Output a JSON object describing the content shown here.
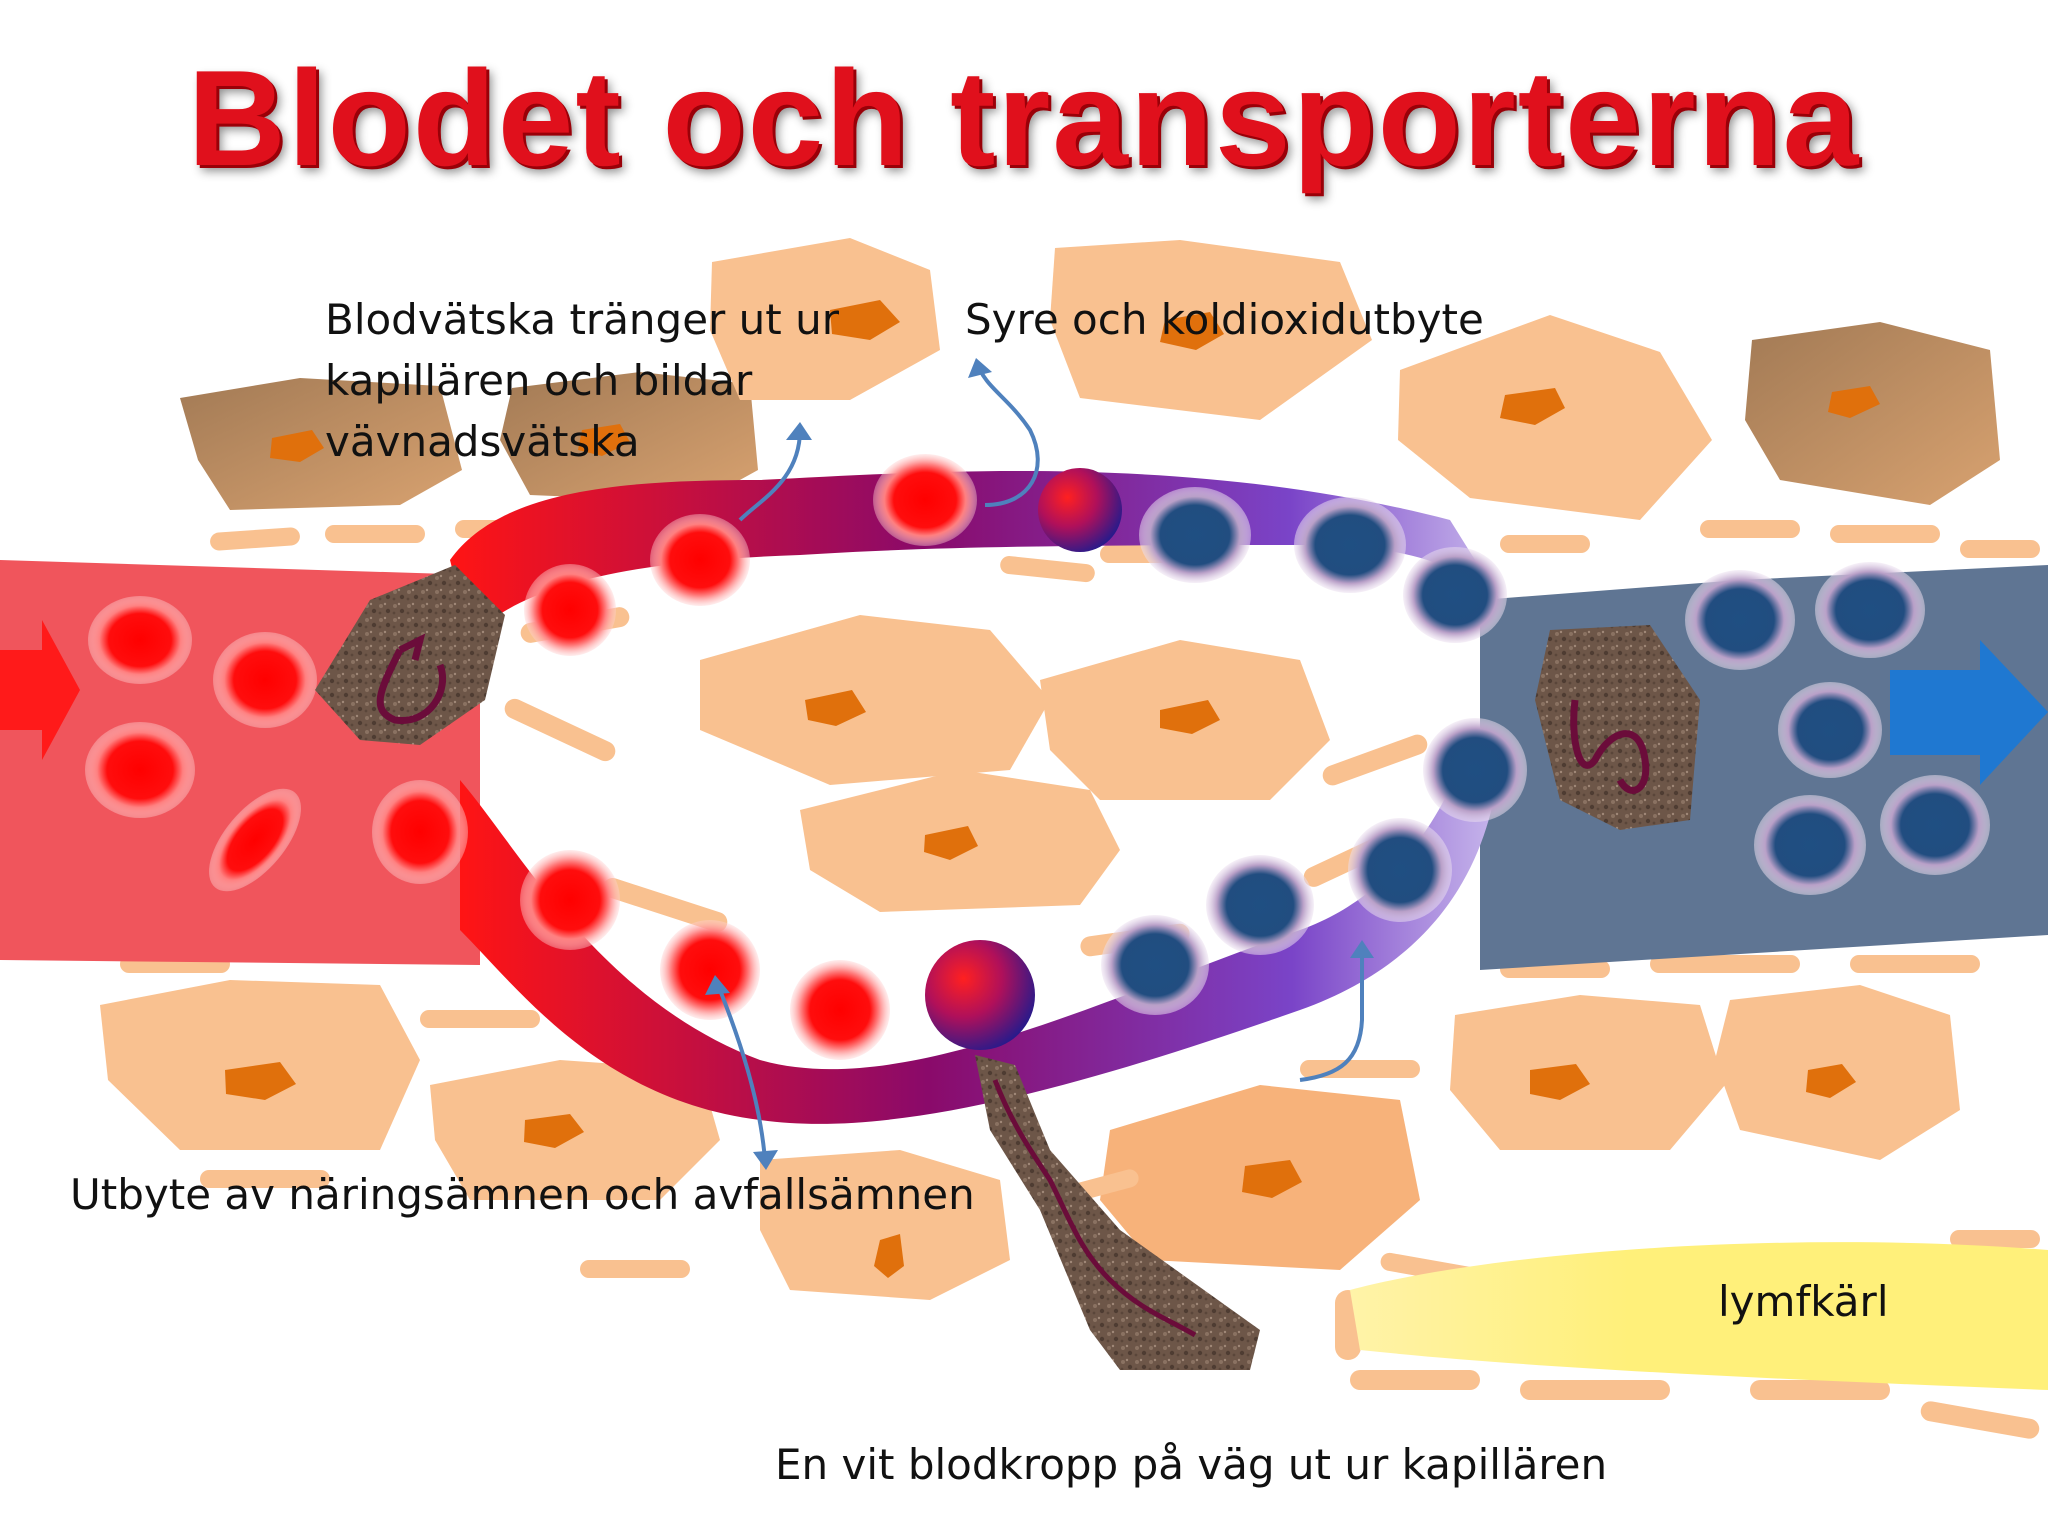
{
  "title": "Blodet och transporterna",
  "labels": {
    "plasma_line1": "Blodvätska tränger ut ur",
    "plasma_line2": "kapillären och bildar",
    "plasma_line3": "vävnadsvätska",
    "gas_exchange": "Syre och koldioxidutbyte",
    "nutrient_exchange": "Utbyte av näringsämnen och avfallsämnen",
    "lymph_vessel": "lymfkärl",
    "white_cell": "En vit blodkropp på väg ut ur kapillären"
  },
  "colors": {
    "title": "#e0101c",
    "artery": "#f0555c",
    "vein": "#5f7593",
    "capillary_start": "#ff1a1a",
    "capillary_mid": "#8a0a6a",
    "capillary_end": "#7a44c8",
    "oxygenated_cell": "#ff0d0d",
    "deoxygenated_cell": "#1f4f82",
    "tissue_cell": "#f9c190",
    "cell_nucleus": "#e0700c",
    "lymph": "#fff07a",
    "arrow": "#4f81bd",
    "flow_in_arrow": "#ff1a1a",
    "flow_out_arrow": "#1f78d1"
  }
}
